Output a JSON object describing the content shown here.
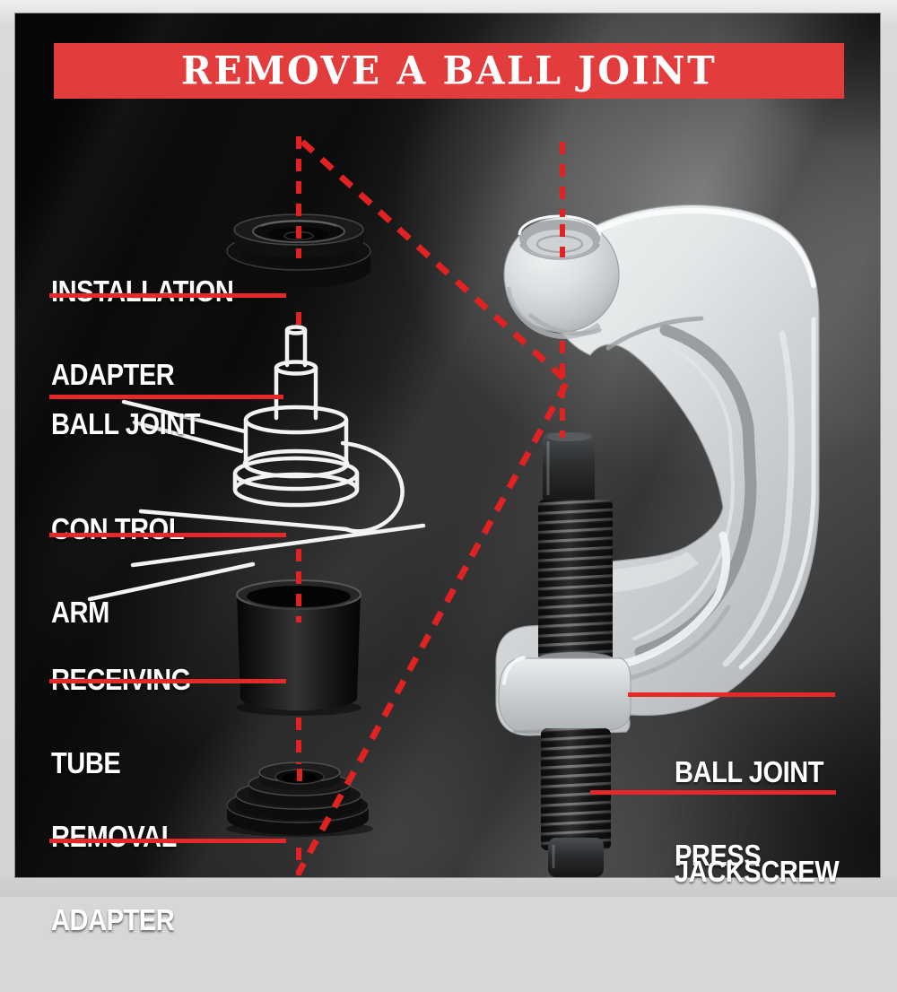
{
  "banner": {
    "title": "REMOVE A BALL JOINT"
  },
  "callouts": {
    "installation_adapter": {
      "line1": "INSTALLATION",
      "line2": "ADAPTER"
    },
    "ball_joint": {
      "line1": "BALL JOINT"
    },
    "control_arm": {
      "line1": "CON TROL",
      "line2": "ARM"
    },
    "receiving_tube": {
      "line1": "RECEIVING",
      "line2": "TUBE"
    },
    "removal_adapter": {
      "line1": "REMOVAL",
      "line2": "ADAPTER"
    },
    "ball_joint_press": {
      "line1": "BALL JOINT",
      "line2": "PRESS"
    },
    "jackscrew": {
      "line1": "JACKSCREW"
    }
  },
  "colors": {
    "banner_red": "#e23c3c",
    "callout_line_red": "#e52828",
    "dashed_line_red": "#e02222",
    "label_white": "#ffffff",
    "frame_gray": "#d6d7d7",
    "tool_silver": "#d4d8da",
    "part_black": "#141414"
  }
}
